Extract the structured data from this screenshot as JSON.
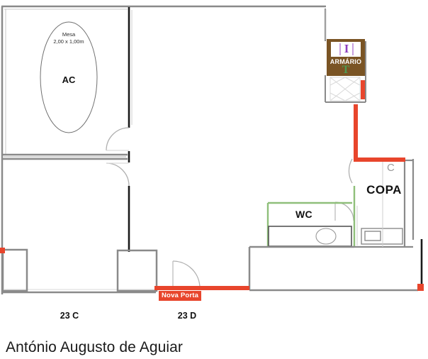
{
  "plan": {
    "title_bottom": "António Augusto de Aguiar",
    "rooms": [
      {
        "id": "ac",
        "label": "AC"
      },
      {
        "id": "wc",
        "label": "WC"
      },
      {
        "id": "copa",
        "label": "COPA"
      }
    ],
    "furniture": {
      "mesa_name": "Mesa",
      "mesa_dims": "2,00 x 1,00m"
    },
    "annotations": {
      "nova_porta": "Nova Porta",
      "copa_code": "C",
      "armario_label": "ARMÁRIO",
      "armario_icon_left": "I",
      "armario_icon_bottom": "T"
    },
    "units": [
      {
        "id": "23c",
        "label": "23 C"
      },
      {
        "id": "23d",
        "label": "23 D"
      }
    ],
    "colors": {
      "wall_gray": "#8a8a8a",
      "wall_black": "#1a1a1a",
      "wall_red": "#e8452c",
      "wall_green": "#8fbf7a",
      "armario_brown": "#7a5424",
      "armario_purple": "#8e3fc0",
      "armario_green": "#4f9a53",
      "code_gray": "#9a9a9a"
    }
  }
}
